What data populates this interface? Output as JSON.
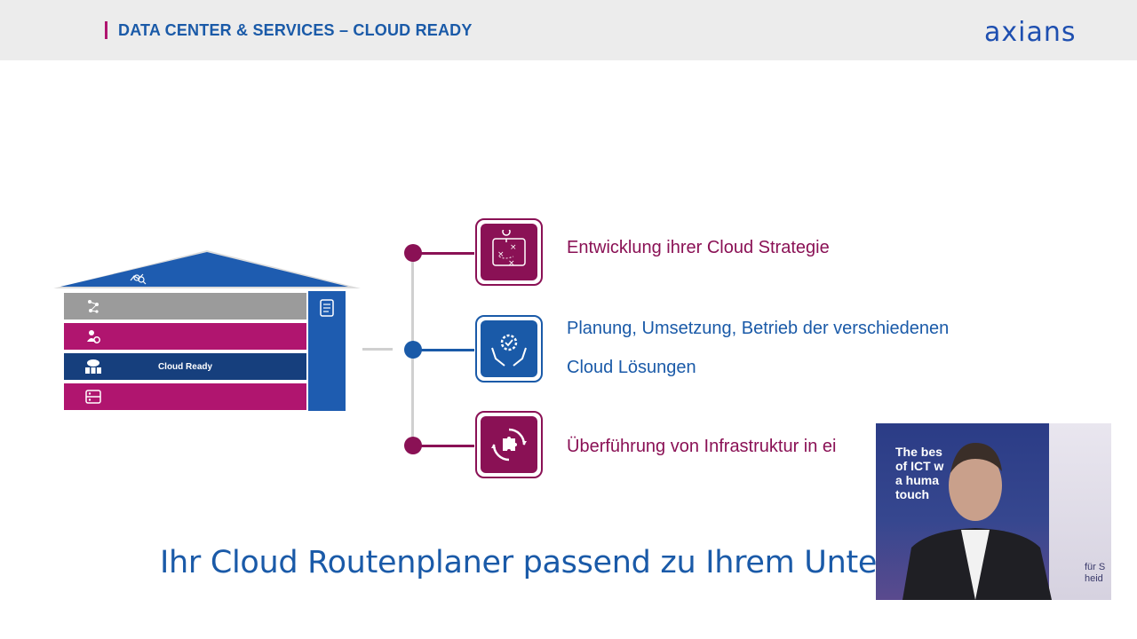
{
  "header": {
    "title": "DATA CENTER & SERVICES – CLOUD READY",
    "logo_text": "axians"
  },
  "house": {
    "rows": [
      {
        "label": "",
        "color": "#9b9b9b",
        "icon": "network-nodes-icon"
      },
      {
        "label": "",
        "color": "#b0156f",
        "icon": "user-gear-icon"
      },
      {
        "label": "Cloud Ready",
        "color": "#163f7d",
        "icon": "cloud-servers-icon"
      },
      {
        "label": "",
        "color": "#b0156f",
        "icon": "server-rack-icon"
      }
    ],
    "roof_icon": "analytics-icon",
    "pillar_icon": "document-icon",
    "roof_color": "#1e5cb0"
  },
  "items": [
    {
      "text": "Entwicklung ihrer Cloud Strategie",
      "color": "#8a1155",
      "icon": "strategy-map-icon"
    },
    {
      "text": "Planung, Umsetzung, Betrieb der verschiedenen",
      "text2": "Cloud Lösungen",
      "color": "#1a5aa8",
      "icon": "hands-gear-icon"
    },
    {
      "text": "Überführung von Infrastruktur in ei",
      "color": "#8a1155",
      "icon": "puzzle-cycle-icon"
    }
  ],
  "bottom_text": "Ihr Cloud Routenplaner passend zu Ihrem Untern",
  "webcam": {
    "banner_text": [
      "The bes",
      "of ICT w",
      "a huma",
      "touch"
    ],
    "side_text": [
      "für S",
      "heid"
    ]
  }
}
